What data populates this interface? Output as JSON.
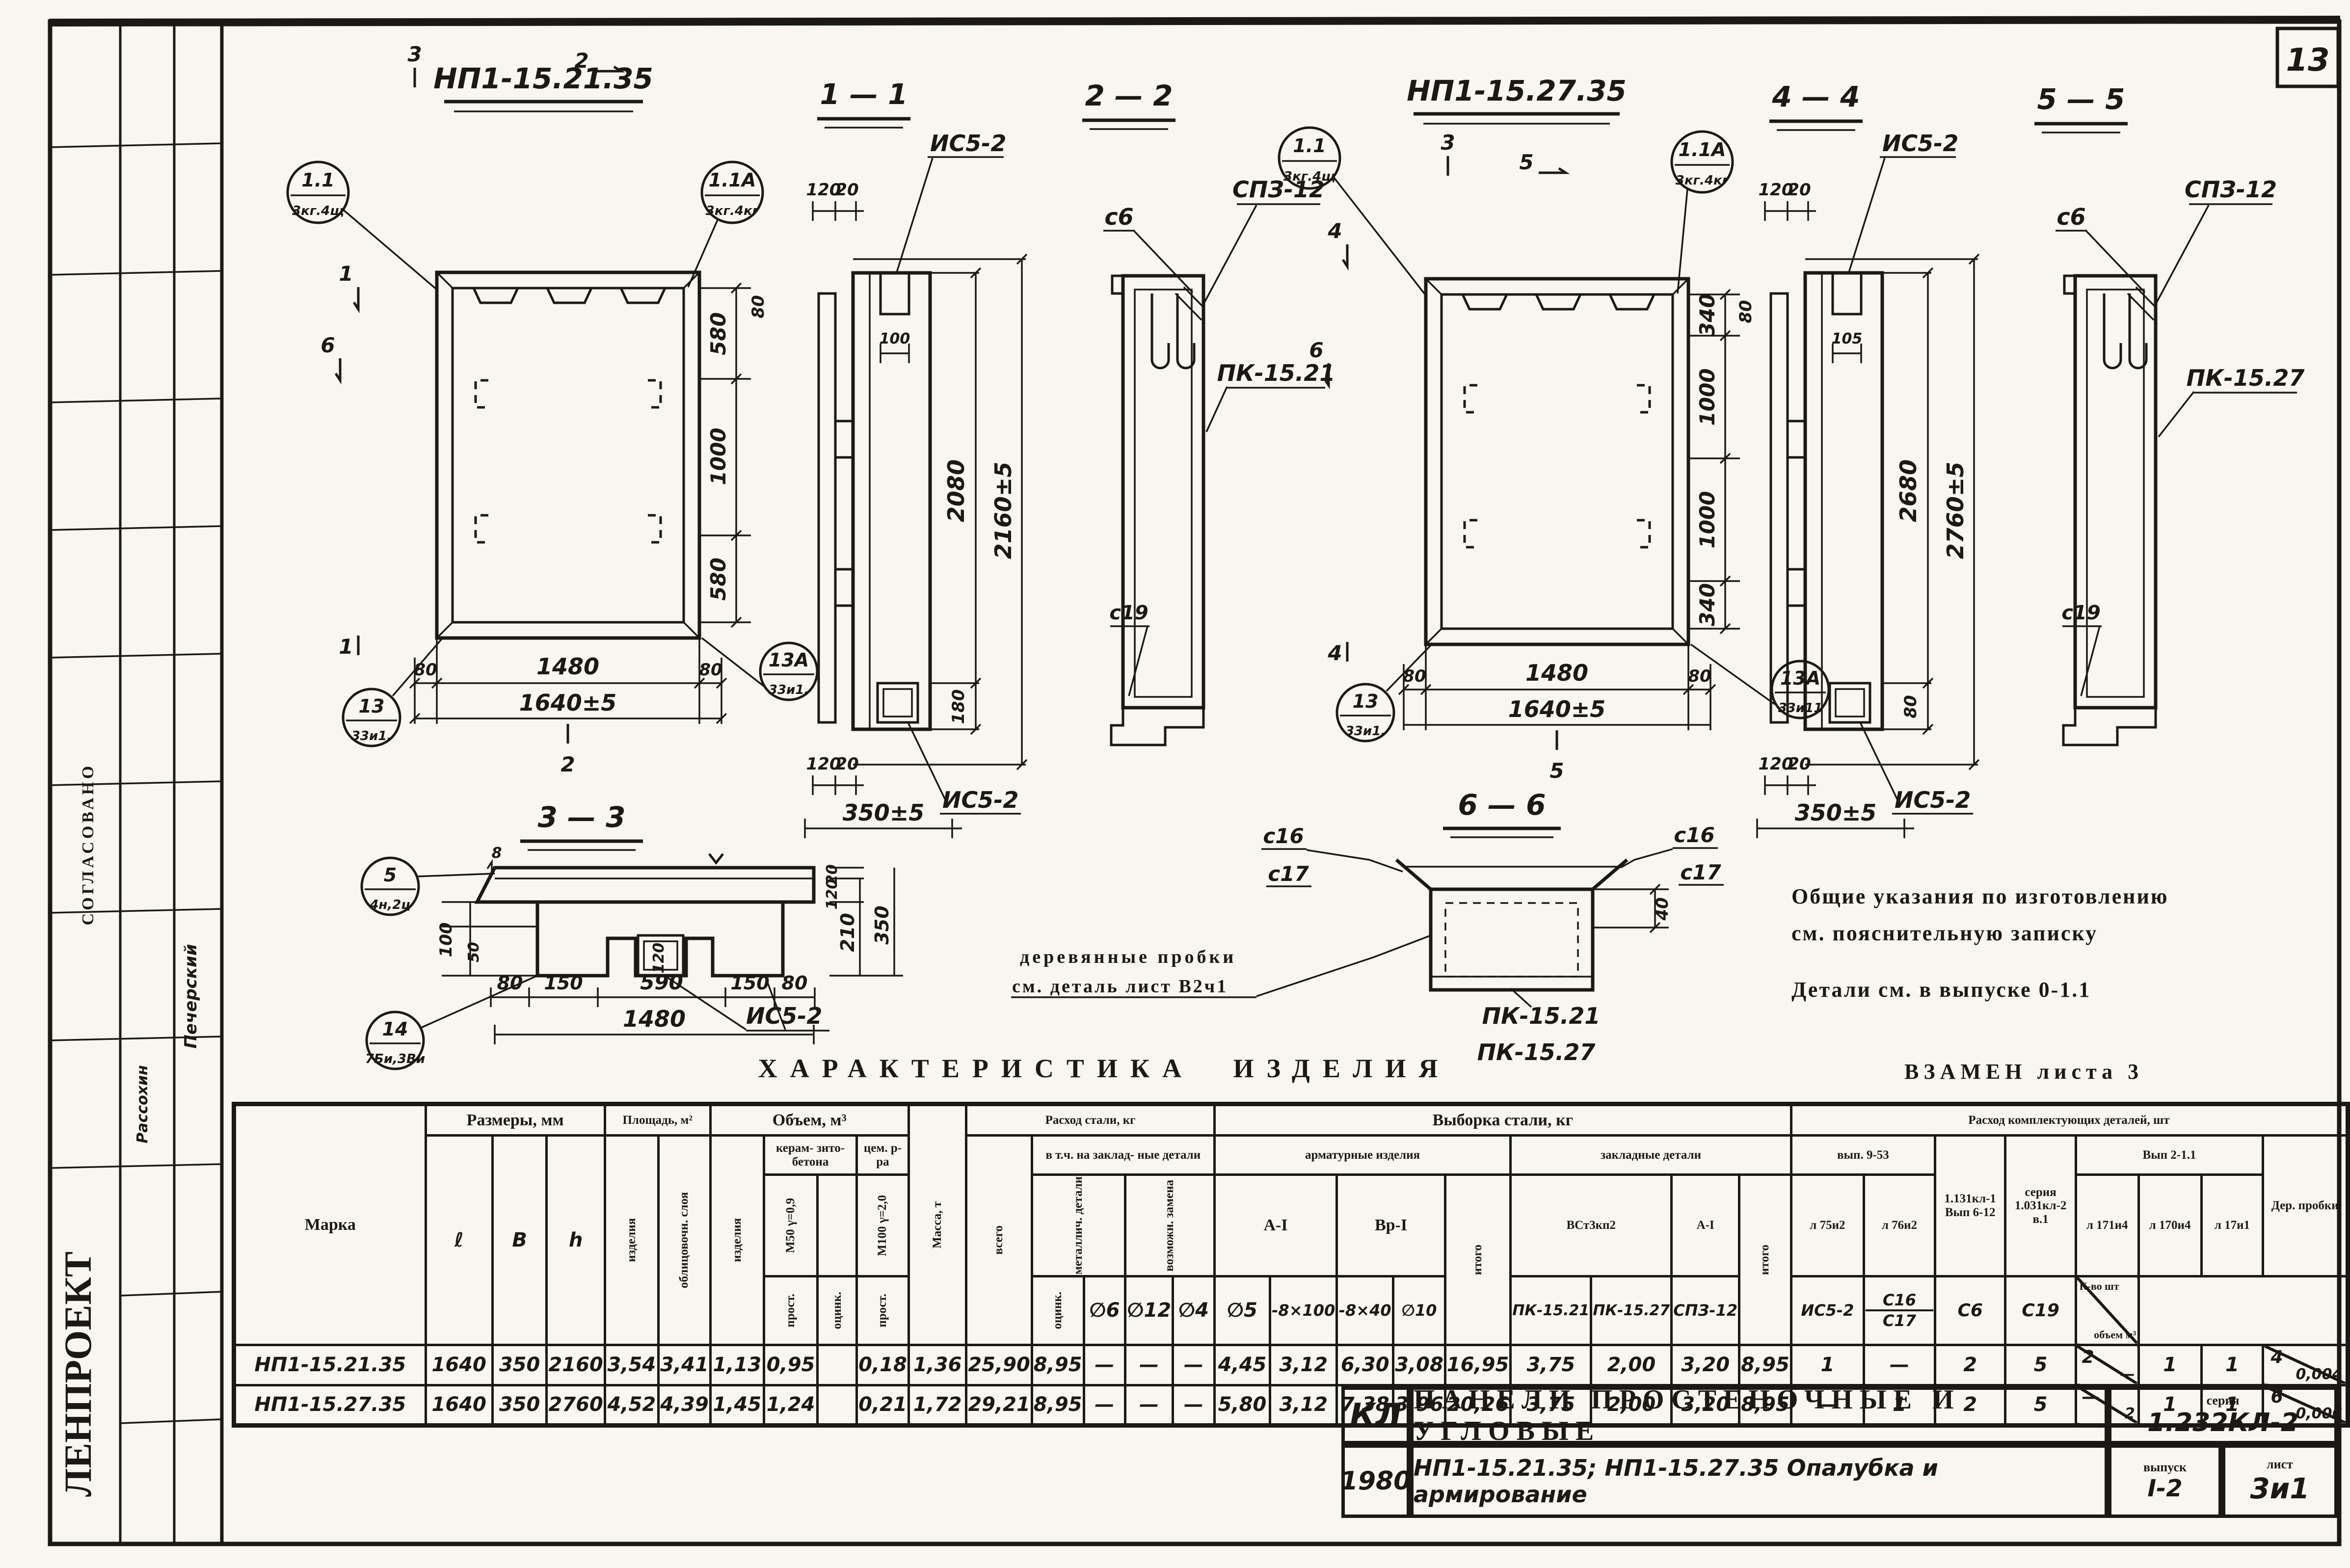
{
  "page": {
    "sheet_corner": "13",
    "replaces": "ВЗАМЕН листа 3",
    "heading": "ХАРАКТЕРИСТИКА ИЗДЕЛИЯ"
  },
  "notes": {
    "n1": "Общие указания по изготовлению",
    "n2": "см. пояснительную записку",
    "n3": "Детали см. в выпуске 0-1.1"
  },
  "stamp": {
    "approved": "СОГЛАСОВАНО",
    "org": "ЛЕНПРОЕКТ",
    "sig1": "Печерский",
    "sig2": "Рассохин"
  },
  "views": {
    "a": {
      "title": "НП1-15.21.35",
      "r1": "580",
      "r2": "1000",
      "r3": "580",
      "r80": "80",
      "bl80": "80",
      "w": "1480",
      "br80": "80",
      "w2": "1640±5",
      "m1": "1",
      "m2": "2",
      "m3": "3",
      "m6": "6",
      "m1b": "1",
      "m2b": "2",
      "co_tl1": "1.1",
      "co_tl2": "3кг.4щ",
      "co_tr1": "1.1А",
      "co_tr2": "3кг.4кг",
      "co_bl1": "13",
      "co_bl2": "33и1.",
      "co_br1": "13А",
      "co_br2": "33и1."
    },
    "s11": {
      "title": "1 — 1",
      "t120": "120",
      "t20": "20",
      "is5t": "ИС5-2",
      "n100": "100",
      "d1": "2080",
      "d180": "180",
      "d2": "2160±5",
      "b120": "120",
      "b20": "20",
      "b350": "350±5",
      "is5b": "ИС5-2"
    },
    "s22": {
      "title": "2 — 2",
      "s6": "с6",
      "spz": "СПЗ-12",
      "pk": "ПК-15.21",
      "s19": "с19"
    },
    "b": {
      "title": "НП1-15.27.35",
      "r1": "340",
      "r2": "1000",
      "r3": "1000",
      "r4": "340",
      "r80": "80",
      "bl80": "80",
      "w": "1480",
      "br80": "80",
      "w2": "1640±5",
      "m3": "3",
      "m5": "5",
      "m4": "4",
      "m6": "6",
      "m4b": "4",
      "m5b": "5",
      "co_tl1": "1.1",
      "co_tl2": "3кг.4щ",
      "co_tr1": "1.1А",
      "co_tr2": "3кг.4кг",
      "co_bl1": "13",
      "co_bl2": "33и1.",
      "co_br1": "13А",
      "co_br2": "33и11"
    },
    "s44": {
      "title": "4 — 4",
      "t120": "120",
      "t20": "20",
      "is5t": "ИС5-2",
      "n105": "105",
      "d1": "2680",
      "d80": "80",
      "d2": "2760±5",
      "b120": "120",
      "b20": "20",
      "b350": "350±5",
      "is5b": "ИС5-2"
    },
    "s55": {
      "title": "5 — 5",
      "s6": "с6",
      "spz": "СПЗ-12",
      "pk": "ПК-15.27",
      "s19": "с19"
    },
    "s33": {
      "title": "3 — 3",
      "l100": "100",
      "l50": "50",
      "m8": "8",
      "c1": "80",
      "c2": "150",
      "c3": "590",
      "c4": "150",
      "c5": "80",
      "w": "1480",
      "r20": "20",
      "r120": "120",
      "r210": "210",
      "r350": "350",
      "b120": "120",
      "is5": "ИС5-2",
      "co1a": "5",
      "co1b": "4н,2ц",
      "co2a": "14",
      "co2b": "7Би,3Ви"
    },
    "s66": {
      "title": "6 — 6",
      "l16": "с16",
      "l17": "с17",
      "r16": "с16",
      "r17": "с17",
      "d40": "40",
      "note1": "деревянные пробки",
      "note2": "см. деталь лист В2ч1",
      "pk1": "ПК-15.21",
      "pk2": "ПК-15.27"
    }
  },
  "table": {
    "h": {
      "marka": "Марка",
      "razmery": "Размеры, мм",
      "l": "ℓ",
      "b": "В",
      "h": "h",
      "pl": "Площадь, м²",
      "pl1": "изделия",
      "pl2": "облицовочн. слоя",
      "ob": "Объем, м³",
      "ob1": "изделия",
      "ob2": "керам- зито- бетона",
      "ob2a": "М50 γ=0,9",
      "ob2b": "",
      "ob3": "цем. р-ра",
      "ob3a": "М100 γ=2,0",
      "massa": "Масса, т",
      "rashod": "Расход стали, кг",
      "vsego": "всего",
      "vtch": "в т.ч. на заклад- ные детали",
      "vtch1": "металлич. детали",
      "vtch2": "возможн. замена",
      "pr": "прост.",
      "oc": "оцинк.",
      "vyb": "Выборка стали, кг",
      "arm": "арматурные изделия",
      "ai": "А-I",
      "vri": "Вр-I",
      "d6": "∅6",
      "d12": "∅12",
      "d4": "∅4",
      "d5": "∅5",
      "itogo": "итого",
      "zakl": "закладные детали",
      "vst": "ВСт3кп2",
      "p1": "-8×100",
      "p2": "-8×40",
      "ai2": "А-I",
      "d10": "∅10",
      "itogo2": "итого",
      "komp": "Расход комплектующих деталей, шт",
      "v953": "вып. 9-53",
      "l75": "л 75и2",
      "l76": "л 76и2",
      "pk21": "ПК-15.21",
      "pk27": "ПК-15.27",
      "kl1": "1.131кл-1",
      "kl1b": "Вып 6-12",
      "spz": "СПЗ-12",
      "ser": "серия 1.031кл-2",
      "serb": "в.1",
      "is5": "ИС5-2",
      "v211": "Вып 2-1.1",
      "l171": "л 171и4",
      "l170": "л 170и4",
      "l17": "л 17и1",
      "s16": "С16",
      "s17": "С17",
      "s6": "С6",
      "s19": "С19",
      "der": "Дер. пробки",
      "derk": "К-во шт",
      "dero": "объем м³"
    },
    "rows": [
      {
        "marka": "НП1-15.21.35",
        "l": "1640",
        "b": "350",
        "h": "2160",
        "pl1": "3,54",
        "pl2": "3,41",
        "ob1": "1,13",
        "ob2": "0,95",
        "ob3": "",
        "ob4": "0,18",
        "m": "1,36",
        "rs": "25,90",
        "z1": "8,95",
        "z2": "—",
        "z3": "—",
        "z4": "—",
        "a6": "4,45",
        "a12": "3,12",
        "v4": "6,30",
        "v5": "3,08",
        "it1": "16,95",
        "p1": "3,75",
        "p2": "2,00",
        "p3": "3,20",
        "it2": "8,95",
        "pk21": "1",
        "pk27": "—",
        "spz": "2",
        "is5": "5",
        "s16a": "2",
        "s16b": "—",
        "s6": "1",
        "s19": "1",
        "da": "4",
        "db": "0,004"
      },
      {
        "marka": "НП1-15.27.35",
        "l": "1640",
        "b": "350",
        "h": "2760",
        "pl1": "4,52",
        "pl2": "4,39",
        "ob1": "1,45",
        "ob2": "1,24",
        "ob3": "",
        "ob4": "0,21",
        "m": "1,72",
        "rs": "29,21",
        "z1": "8,95",
        "z2": "—",
        "z3": "—",
        "z4": "—",
        "a6": "5,80",
        "a12": "3,12",
        "v4": "7,38",
        "v5": "3,96",
        "it1": "20,26",
        "p1": "3,75",
        "p2": "2,00",
        "p3": "3,20",
        "it2": "8,95",
        "pk21": "—",
        "pk27": "1",
        "spz": "2",
        "is5": "5",
        "s16a": "—",
        "s16b": "2",
        "s6": "1",
        "s19": "1",
        "da": "6",
        "db": "0,006"
      }
    ]
  },
  "title_block": {
    "code": "КЛ",
    "title": "ПАНЕЛИ ПРОСТЕНОЧНЫЕ И УГЛОВЫЕ",
    "series_label": "серия",
    "series": "1.232КЛ-2",
    "year": "1980",
    "desc": "НП1-15.21.35; НП1-15.27.35  Опалубка и армирование",
    "issue_label": "выпуск",
    "issue": "I-2",
    "sheet_label": "лист",
    "sheet": "3и1"
  }
}
